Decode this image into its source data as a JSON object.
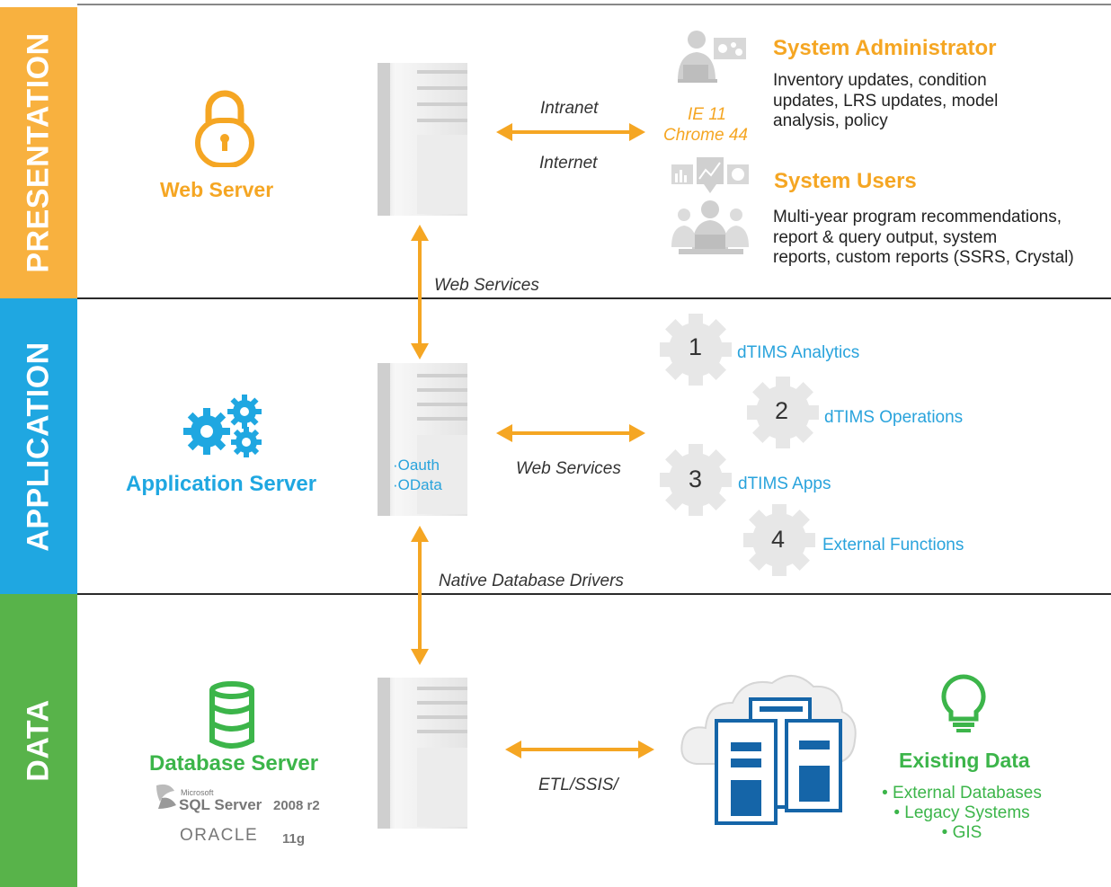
{
  "bands": {
    "presentation": "PRESENTATION",
    "application": "APPLICATION",
    "data": "DATA"
  },
  "colors": {
    "presentation": "#f8b13f",
    "application": "#1fa7e1",
    "data": "#58b34a",
    "arrow": "#f5a623",
    "blue_text": "#29a3dc",
    "green_text": "#3cb54a",
    "gear_gray": "#e7e7e7",
    "server_db_blue": "#1565a8"
  },
  "presentation": {
    "web_server_label": "Web Server",
    "arrow_top_label": "Intranet",
    "arrow_bottom_label": "Internet",
    "browsers": [
      "IE 11",
      "Chrome 44"
    ],
    "admin": {
      "title": "System Administrator",
      "lines": [
        "Inventory updates, condition",
        "updates, LRS updates, model",
        "analysis, policy"
      ]
    },
    "users": {
      "title": "System Users",
      "lines": [
        "Multi-year program recommendations,",
        "report & query output, system",
        "reports, custom reports (SSRS, Crystal)"
      ]
    },
    "vertical_link_label": "Web Services"
  },
  "application": {
    "app_server_label": "Application Server",
    "server_items": [
      "Oauth",
      "OData"
    ],
    "arrow_label": "Web Services",
    "modules": [
      {
        "number": "1",
        "label": "dTIMS Analytics"
      },
      {
        "number": "2",
        "label": "dTIMS Operations"
      },
      {
        "number": "3",
        "label": "dTIMS Apps"
      },
      {
        "number": "4",
        "label": "External Functions"
      }
    ],
    "vertical_link_label": "Native Database Drivers"
  },
  "data": {
    "db_server_label": "Database Server",
    "sql_brand_small": "Microsoft",
    "sql_brand": "SQL Server",
    "sql_version": "2008 r2",
    "oracle_brand": "ORACLE",
    "oracle_version": "11g",
    "arrow_label": "ETL/SSIS/",
    "existing": {
      "title": "Existing Data",
      "items": [
        "External Databases",
        "Legacy Systems",
        "GIS"
      ]
    }
  }
}
